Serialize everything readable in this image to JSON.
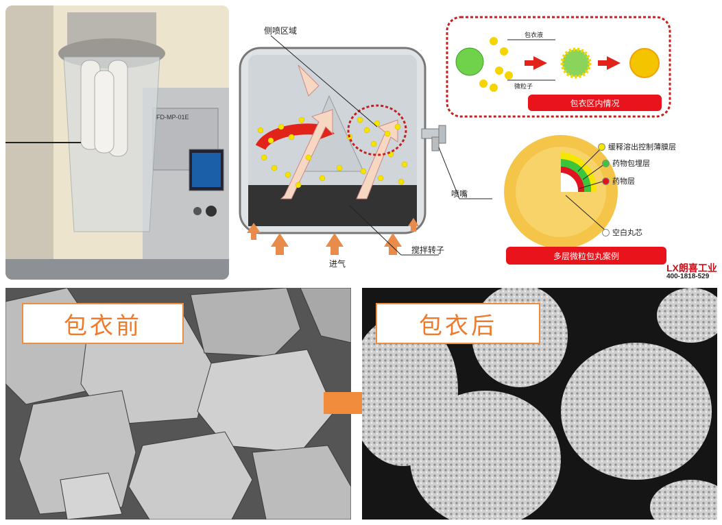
{
  "diagram": {
    "side_spray_label": "侧喷区域",
    "nozzle_label": "喷嘴",
    "rotor_label": "搅拌转子",
    "air_in_label": "进气",
    "coating_liquid_label": "包衣液",
    "particle_label": "微粒子",
    "coating_zone_banner": "包衣区内情况",
    "case_banner": "多层微粒包丸案例",
    "layers": [
      {
        "label": "缓释溶出控制薄膜层",
        "color": "#f5e600"
      },
      {
        "label": "药物包埋层",
        "color": "#3cc43c"
      },
      {
        "label": "药物层",
        "color": "#e0141e"
      },
      {
        "label": "空白丸芯",
        "color": "#ffffff"
      }
    ],
    "machine_plate": "FD-MP-01E"
  },
  "brand": {
    "logo_text": "LX朗喜工业",
    "phone": "400-1818-529"
  },
  "comparison": {
    "before_label": "包衣前",
    "after_label": "包衣后"
  },
  "colors": {
    "accent_orange": "#f08c3c",
    "banner_red": "#e8131b",
    "coating_yellow": "#f5d400"
  }
}
